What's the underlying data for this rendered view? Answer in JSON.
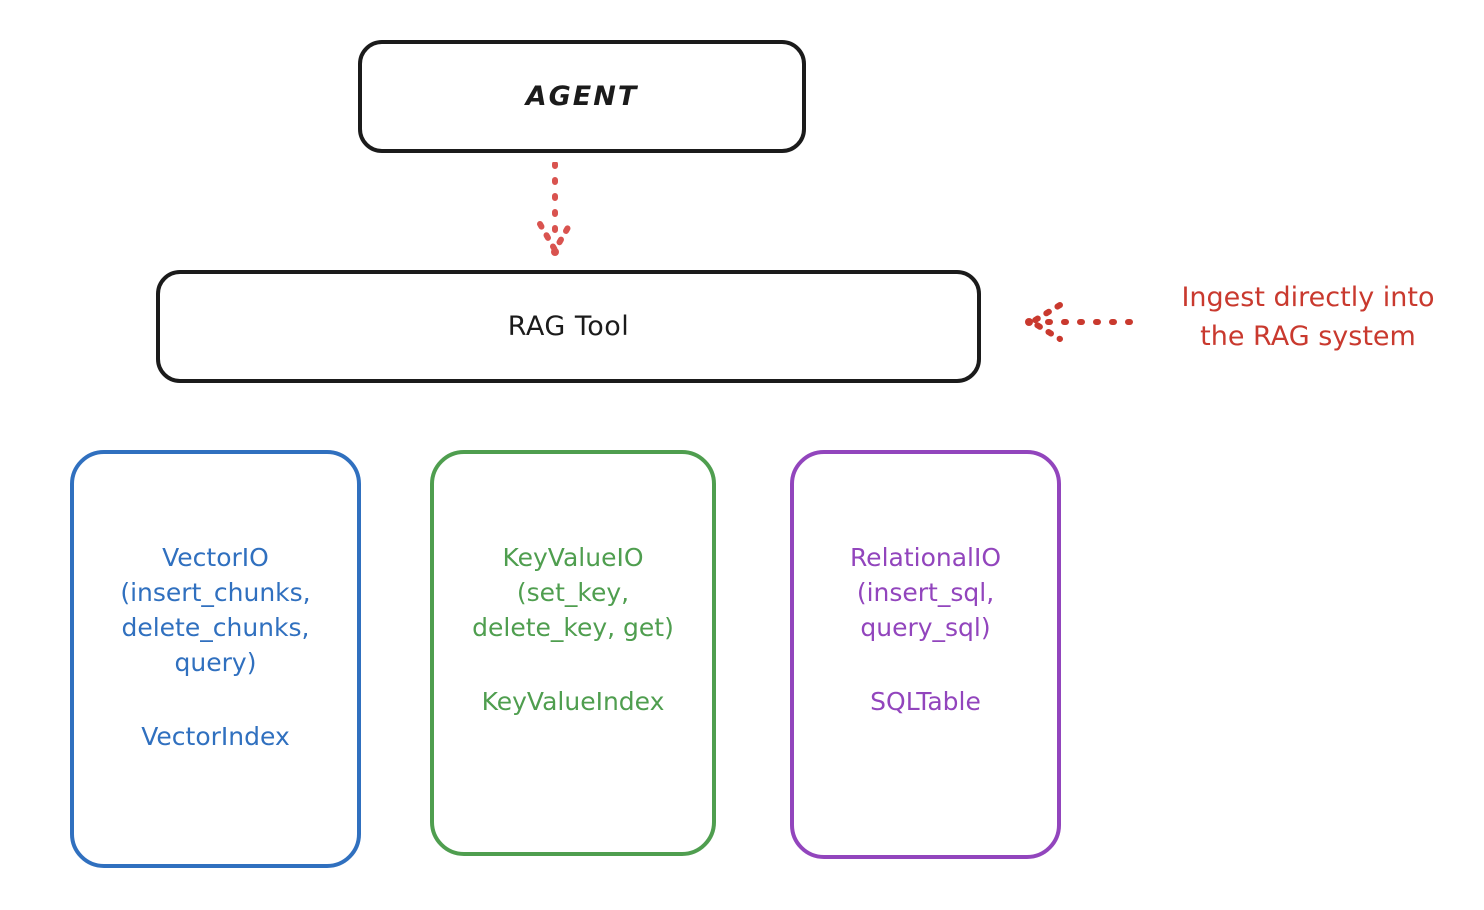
{
  "diagram": {
    "title_top": "AGENT",
    "rag_tool": "RAG Tool",
    "annotation": "Ingest directly into\nthe RAG system",
    "colors": {
      "stroke_black": "#1b1b1b",
      "vector_blue": "#3070bf",
      "keyvalue_green": "#4f9e4f",
      "relational_purple": "#9245bd",
      "annotation_red": "#c9392e",
      "background": "#ffffff"
    },
    "stores": [
      {
        "id": "vector",
        "api": "VectorIO\n(insert_chunks,\ndelete_chunks,\nquery)",
        "index": "VectorIndex",
        "color": "#3070bf"
      },
      {
        "id": "keyvalue",
        "api": "KeyValueIO\n(set_key,\ndelete_key, get)",
        "index": "KeyValueIndex",
        "color": "#4f9e4f"
      },
      {
        "id": "relational",
        "api": "RelationalIO\n(insert_sql,\nquery_sql)",
        "index": "SQLTable",
        "color": "#9245bd"
      }
    ],
    "connectors": [
      {
        "id": "agent-to-rag-tool",
        "style": "dotted",
        "direction": "down",
        "color": "#d9534f"
      },
      {
        "id": "ingest-into-rag",
        "style": "dotted",
        "direction": "left",
        "color": "#c9392e"
      }
    ]
  }
}
